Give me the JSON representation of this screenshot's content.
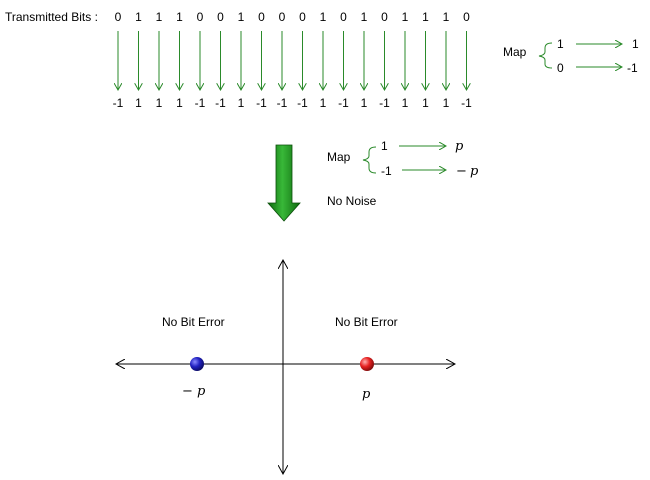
{
  "header": {
    "transmitted_label": "Transmitted Bits :"
  },
  "bits": [
    "0",
    "1",
    "1",
    "1",
    "0",
    "0",
    "1",
    "0",
    "0",
    "0",
    "1",
    "0",
    "1",
    "0",
    "1",
    "1",
    "1",
    "0"
  ],
  "mapped": [
    "-1",
    "1",
    "1",
    "1",
    "-1",
    "-1",
    "1",
    "-1",
    "-1",
    "-1",
    "1",
    "-1",
    "1",
    "-1",
    "1",
    "1",
    "1",
    "-1"
  ],
  "map1": {
    "label": "Map",
    "rows": [
      {
        "from": "1",
        "to": "1"
      },
      {
        "from": "0",
        "to": "-1"
      }
    ]
  },
  "map2": {
    "label": "Map",
    "rows": [
      {
        "from": "1",
        "to": "p",
        "to_prefix": ""
      },
      {
        "from": "-1",
        "to": "p",
        "to_prefix": "−"
      }
    ]
  },
  "noise_label": "No Noise",
  "constellation": {
    "left_region": "No Bit Error",
    "right_region": "No Bit Error",
    "left_point": {
      "label_prefix": "−",
      "label": "p",
      "color": "#1a1aa6"
    },
    "right_point": {
      "label": "p",
      "color": "#e21a1a"
    }
  },
  "colors": {
    "arrow": "#2a8a2a",
    "big_arrow": "#178317",
    "axis": "#000000"
  }
}
